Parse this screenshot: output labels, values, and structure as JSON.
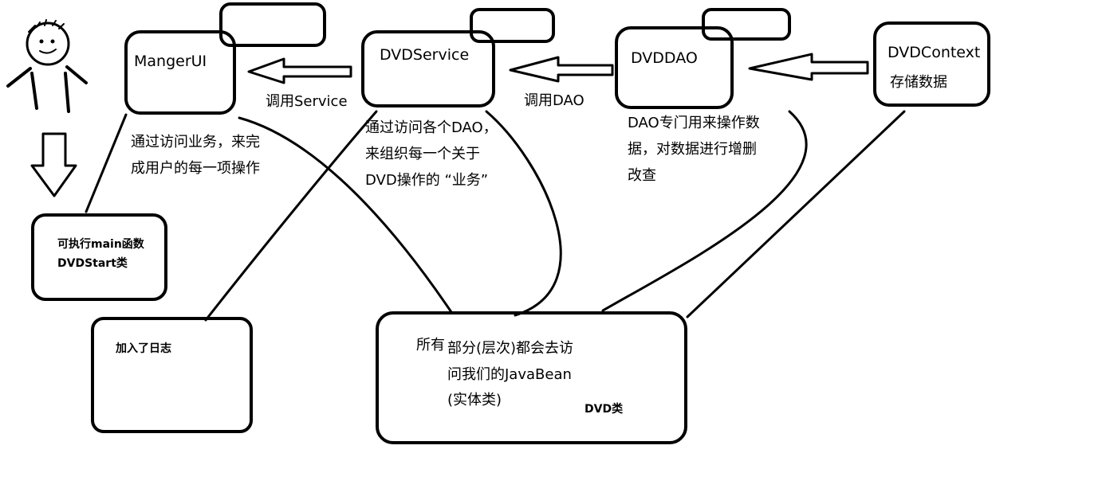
{
  "boxes": {
    "manager_ui": "MangerUI",
    "dvd_service": "DVDService",
    "dvd_dao": "DVDDAO",
    "dvd_context": "DVDContext",
    "dvd_context_sub": "存储数据"
  },
  "arrows": {
    "call_service": "调用Service",
    "call_dao": "调用DAO"
  },
  "notes": {
    "ui_line1": "通过访问业务，来完",
    "ui_line2": "成用户的每一项操作",
    "service_line1": "通过访问各个DAO，",
    "service_line2": "来组织每一个关于",
    "service_line3": "DVD操作的 “业务”",
    "dao_line1": "DAO专门用来操作数",
    "dao_line2": "据，对数据进行增删",
    "dao_line3": "改查"
  },
  "start_box": {
    "line1": "可执行main函数",
    "line2": "DVDStart类"
  },
  "log_box": "加入了日志",
  "bean_box": {
    "line1a": "所有",
    "line1b": "部分(层次)都会去访",
    "line2": "问我们的JavaBean",
    "line3": "(实体类)",
    "tag": "DVD类"
  }
}
